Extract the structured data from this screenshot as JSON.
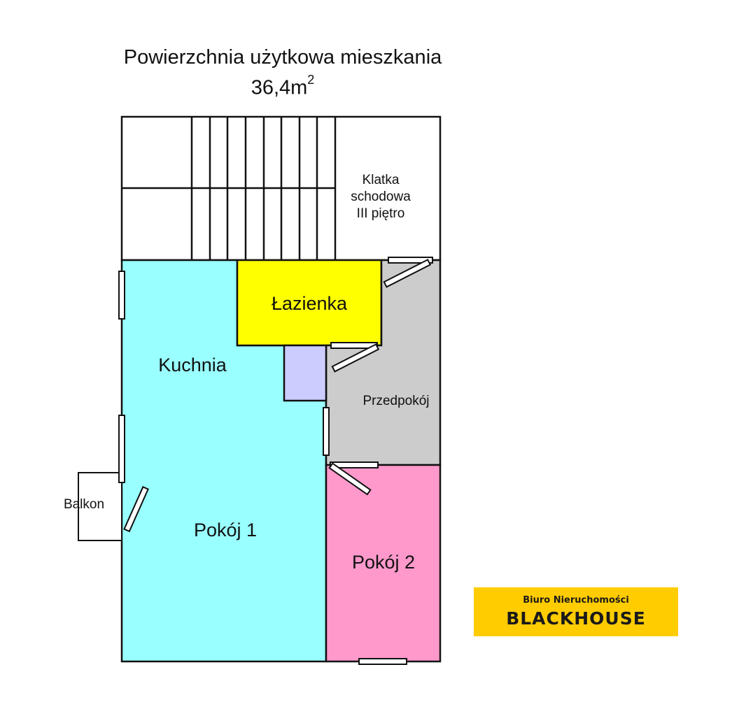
{
  "header": {
    "title": "Powierzchnia użytkowa mieszkania",
    "area_value": "36,4m",
    "area_unit_exponent": "2"
  },
  "rooms": {
    "stairs_line1": "Klatka",
    "stairs_line2": "schodowa",
    "stairs_line3": "III piętro",
    "bathroom": "Łazienka",
    "kitchen": "Kuchnia",
    "hall": "Przedpokój",
    "room1": "Pokój 1",
    "room2": "Pokój 2",
    "balcony": "Balkon"
  },
  "logo": {
    "subtitle": "Biuro Nieruchomości",
    "brand": "BLACKHOUSE"
  },
  "colors": {
    "kitchen_room1": "#99ffff",
    "bathroom": "#ffff00",
    "hall": "#cccccc",
    "room2": "#ff99cc",
    "storage": "#ccccff",
    "logo_bg": "#ffcc00"
  }
}
